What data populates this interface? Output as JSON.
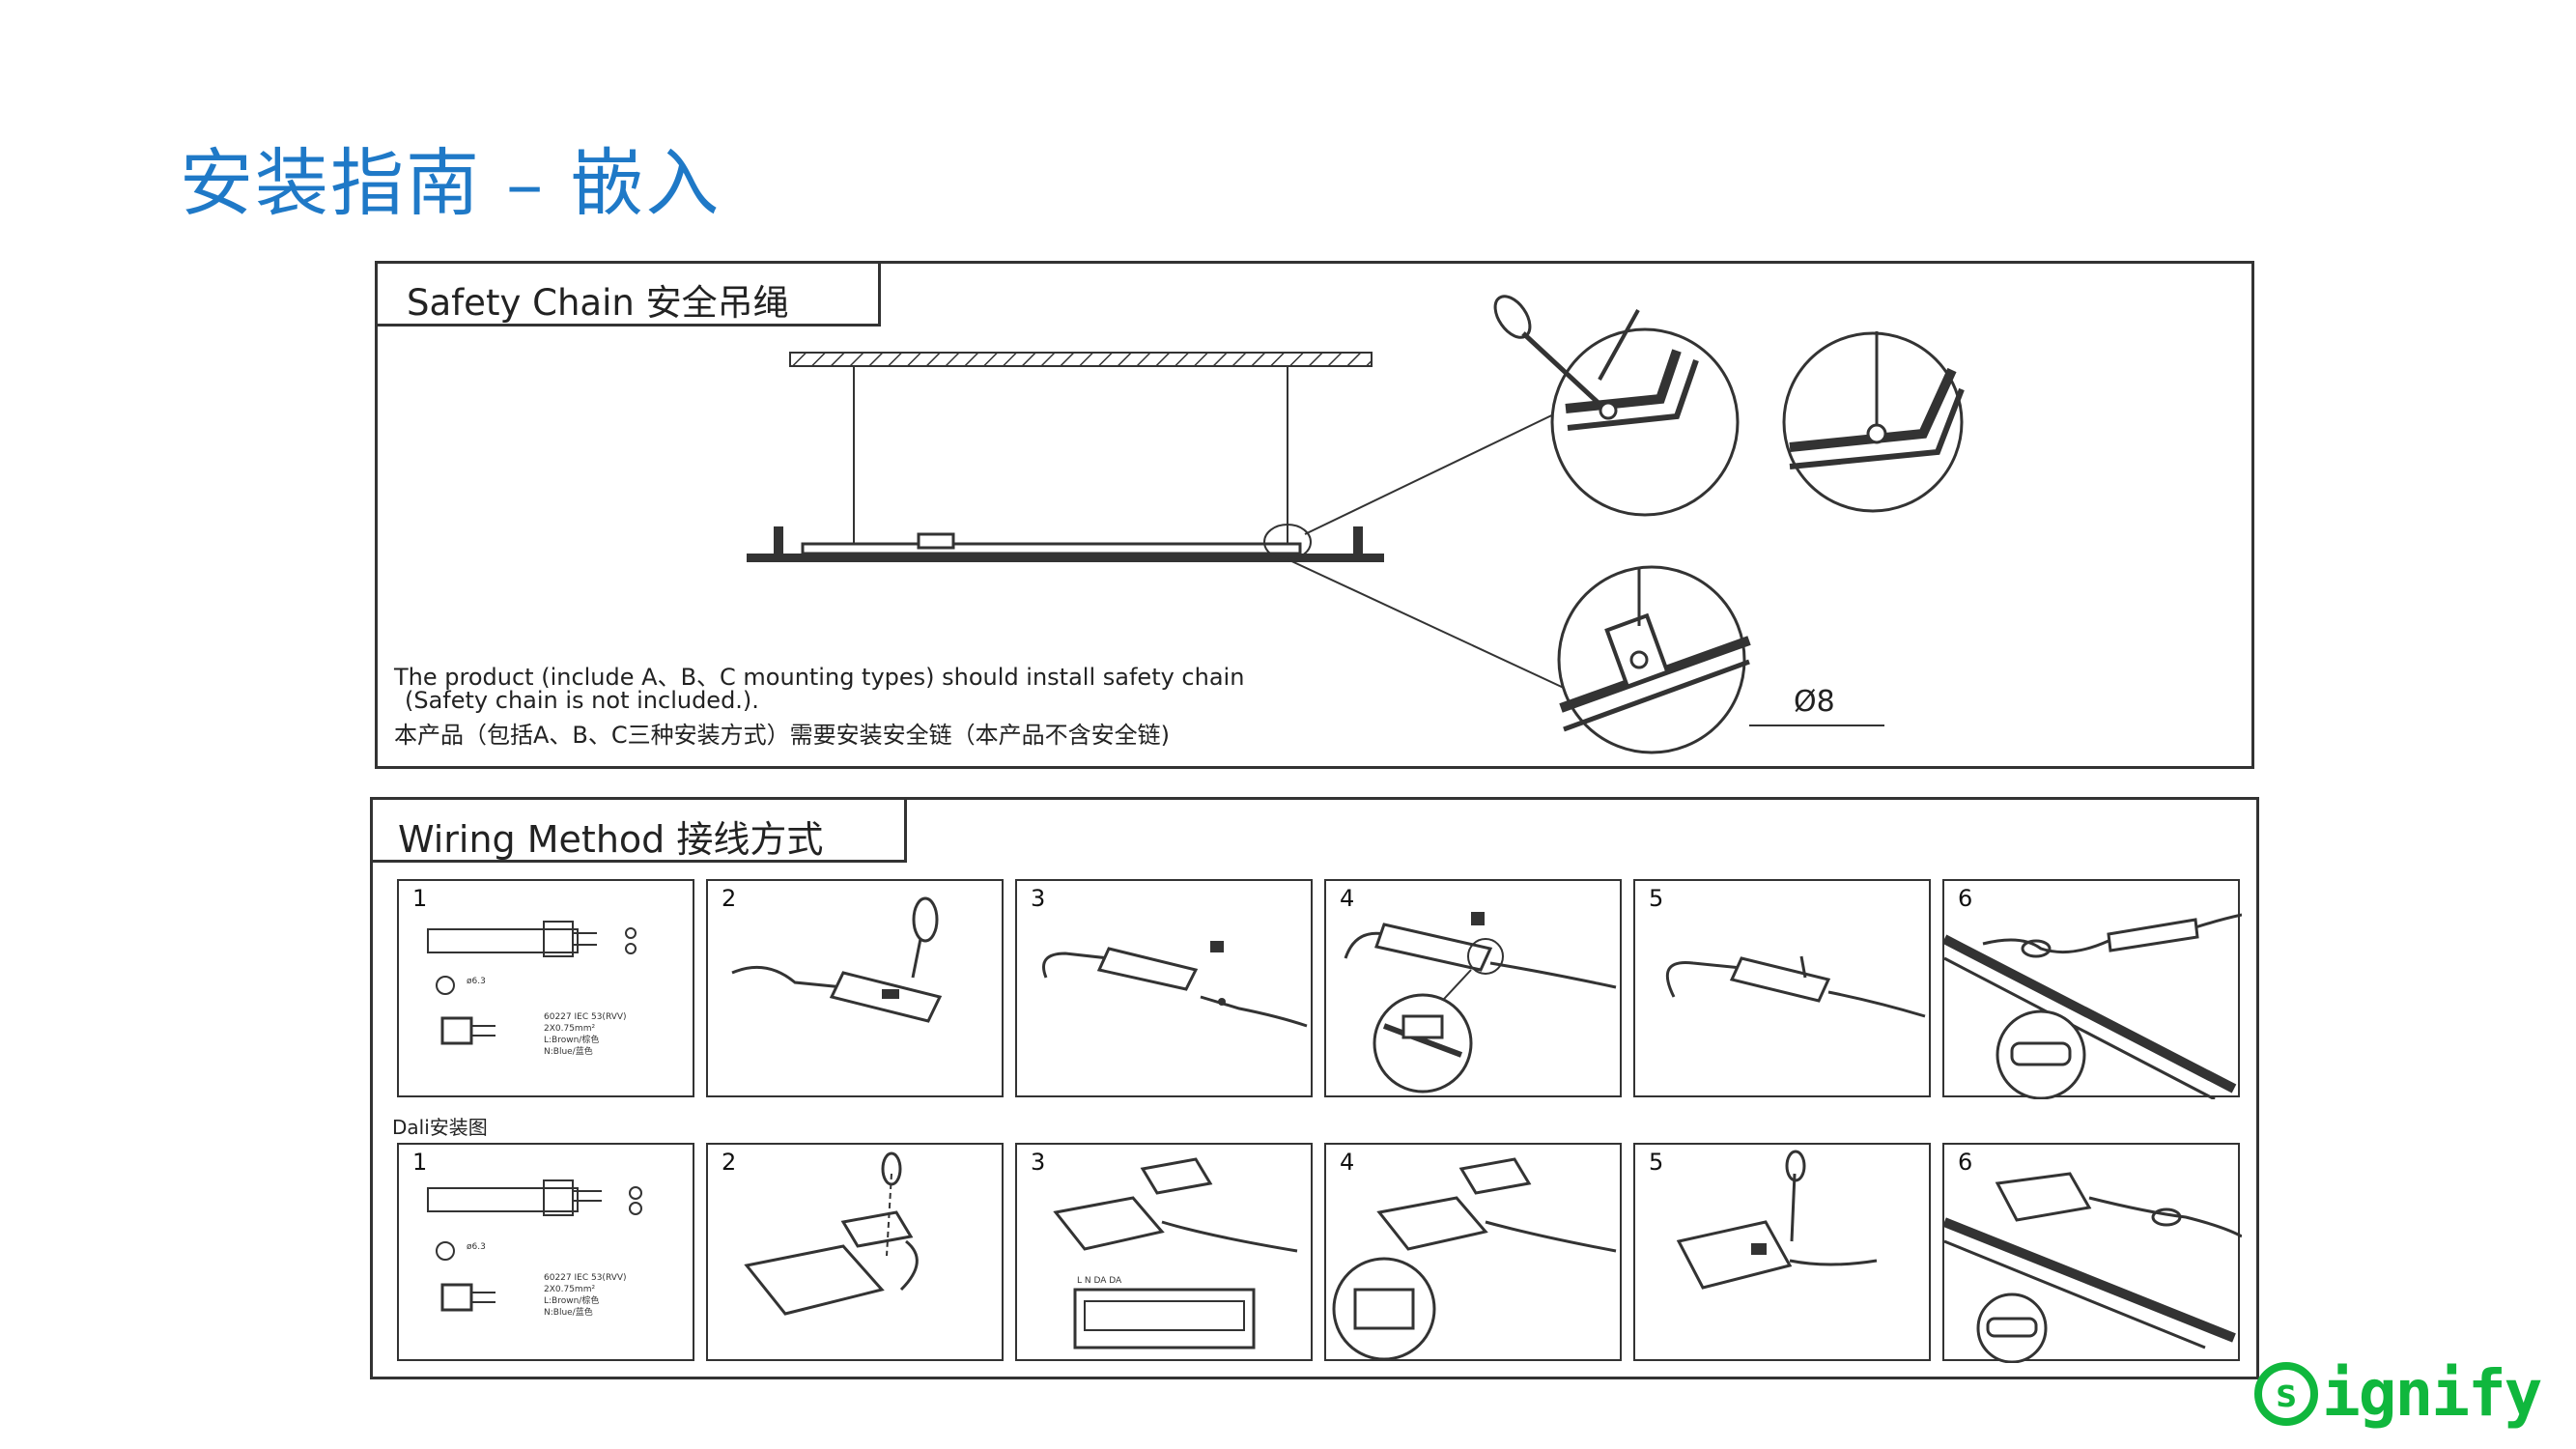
{
  "title": "安装指南 – 嵌入",
  "safety": {
    "heading": "Safety Chain 安全吊绳",
    "note_en_1": "The product (include A、B、C mounting types) should install safety chain",
    "note_en_2": "(Safety chain is not included.).",
    "note_cn": "本产品（包括A、B、C三种安装方式）需要安装安全链（本产品不含安全链)",
    "dimension_label": "Ø8"
  },
  "wiring": {
    "heading": "Wiring Method 接线方式",
    "dali_label": "Dali安装图",
    "row1": [
      "1",
      "2",
      "3",
      "4",
      "5",
      "6"
    ],
    "row2": [
      "1",
      "2",
      "3",
      "4",
      "5",
      "6"
    ],
    "spec_lines": [
      "60227 IEC 53(RVV)",
      "2X0.75mm²",
      "L:Brown/棕色",
      "N:Blue/蓝色"
    ],
    "diameter_label": "ø6.3",
    "terminal_labels": "L  N  DA  DA"
  },
  "brand": {
    "ring_letter": "s",
    "text": "ignify",
    "color": "#10b73d"
  },
  "colors": {
    "title": "#1f79c7",
    "line": "#333333"
  }
}
